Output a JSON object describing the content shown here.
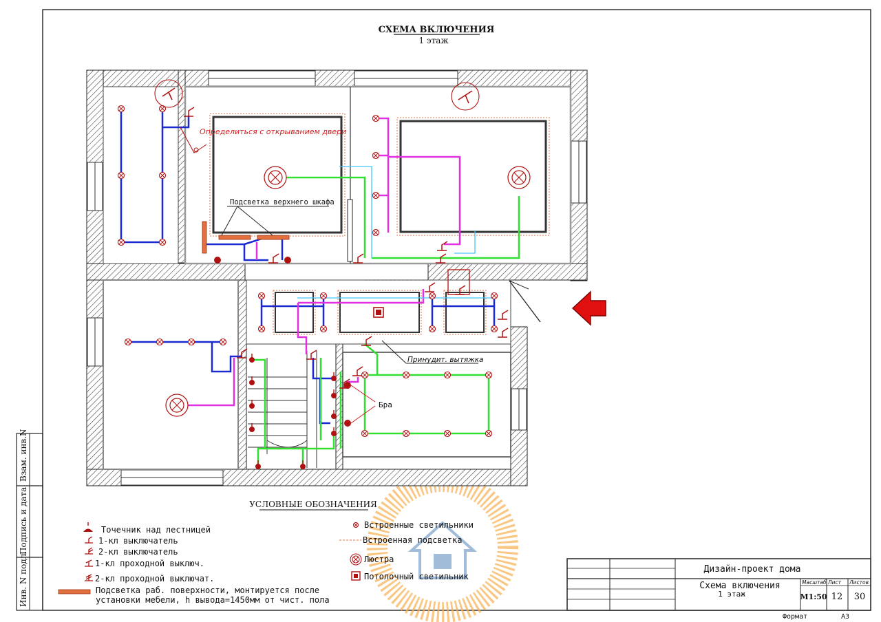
{
  "header": {
    "title": "СХЕМА ВКЛЮЧЕНИЯ",
    "subtitle": "1 этаж"
  },
  "annotations": {
    "door_note": "Определиться с открыванием двери",
    "cabinet_light": "Подсветка верхнего шкафа",
    "exhaust": "Принудит. вытяжка",
    "sconce": "Бра"
  },
  "legend": {
    "title": "УСЛОВНЫЕ ОБОЗНАЧЕНИЯ",
    "left": [
      {
        "icon": "stair-spot-icon",
        "label": "Точечник над лестницей"
      },
      {
        "icon": "switch-1-icon",
        "label": "1-кл выключатель"
      },
      {
        "icon": "switch-2-icon",
        "label": "2-кл выключатель"
      },
      {
        "icon": "pass-switch-1-icon",
        "label": "1-кл проходной выключ."
      },
      {
        "icon": "pass-switch-2-icon",
        "label": "2-кл проходной выключат."
      }
    ],
    "worksurface_line1": "Подсветка раб. поверхности, монтируется после",
    "worksurface_line2": "установки мебели, h вывода=1450мм от чист. пола",
    "right": [
      {
        "icon": "recessed-light-icon",
        "label": "Встроенные светильники"
      },
      {
        "icon": "built-in-strip-icon",
        "label": "Встроенная подсветка"
      },
      {
        "icon": "chandelier-icon",
        "label": "Люстра"
      },
      {
        "icon": "ceiling-light-icon",
        "label": "Потолочный светильник"
      }
    ]
  },
  "side_stamp": {
    "field1": "Взам. инв.N",
    "field2": "Подпись и дата",
    "field3": "Инв. N подл."
  },
  "title_block": {
    "project": "Дизайн-проект дома",
    "sheet_title_line1": "Схема включения",
    "sheet_title_line2": "1 этаж",
    "scale_label": "Масштаб",
    "sheet_label": "Лист",
    "sheets_label": "Листов",
    "scale": "М1:50",
    "sheet": "12",
    "sheets": "30"
  },
  "format": {
    "label": "Формат",
    "value": "А3"
  },
  "colors": {
    "wall_hatch": "#333333",
    "blue_circuit": "#1a2ad0",
    "magenta_circuit": "#e030e0",
    "green_circuit": "#30e030",
    "cyan_circuit": "#40c8ff",
    "fixture_red": "#b01010",
    "annotation_red": "#d02020",
    "entrance_arrow": "#e01010",
    "strip_orange": "#e07040",
    "watermark": "#f7b050"
  }
}
